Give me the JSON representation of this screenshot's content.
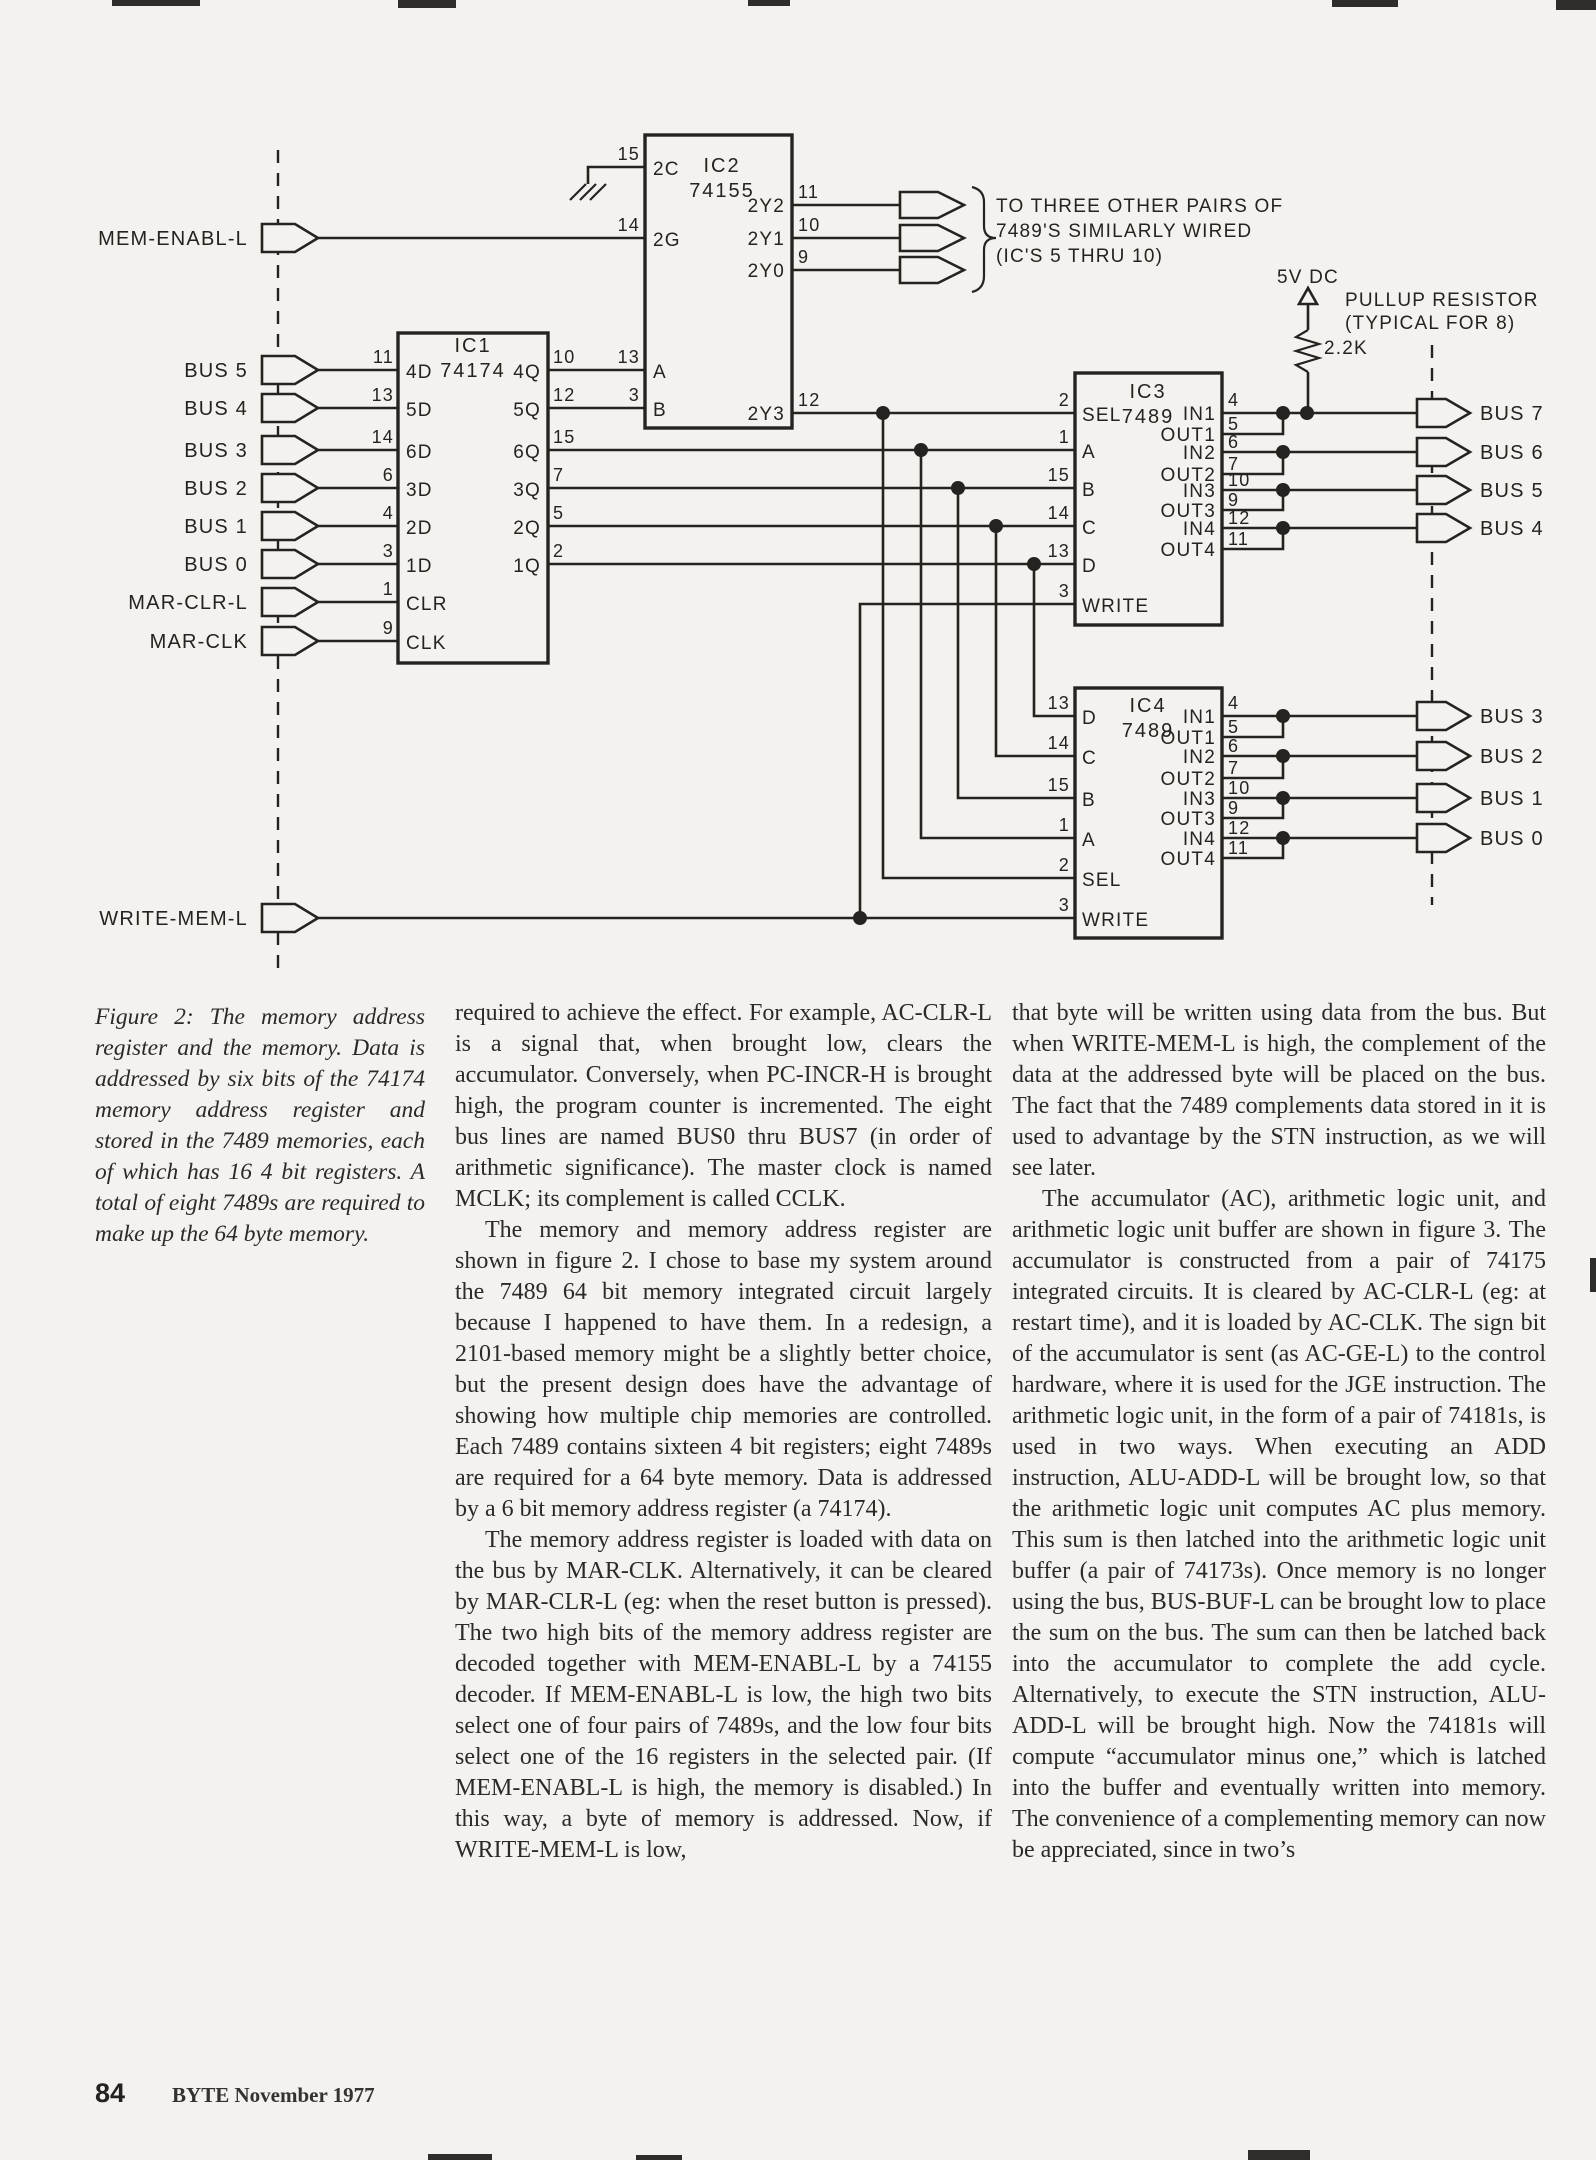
{
  "schematic": {
    "left_inputs": [
      "MEM-ENABL-L",
      "BUS 5",
      "BUS 4",
      "BUS 3",
      "BUS 2",
      "BUS 1",
      "BUS 0",
      "MAR-CLR-L",
      "MAR-CLK",
      "WRITE-MEM-L"
    ],
    "ic1": {
      "name": "IC1",
      "part": "74174",
      "left": [
        {
          "n": "11",
          "p": "4D"
        },
        {
          "n": "13",
          "p": "5D"
        },
        {
          "n": "14",
          "p": "6D"
        },
        {
          "n": "6",
          "p": "3D"
        },
        {
          "n": "4",
          "p": "2D"
        },
        {
          "n": "3",
          "p": "1D"
        },
        {
          "n": "1",
          "p": "CLR"
        },
        {
          "n": "9",
          "p": "CLK"
        }
      ],
      "right": [
        {
          "p": "4Q",
          "n": "10"
        },
        {
          "p": "5Q",
          "n": "12"
        },
        {
          "p": "6Q",
          "n": "15"
        },
        {
          "p": "3Q",
          "n": "7"
        },
        {
          "p": "2Q",
          "n": "5"
        },
        {
          "p": "1Q",
          "n": "2"
        }
      ]
    },
    "ic2": {
      "name": "IC2",
      "part": "74155",
      "left": [
        {
          "n": "15",
          "p": "2C"
        },
        {
          "n": "14",
          "p": "2G"
        },
        {
          "n": "13",
          "p": "A"
        },
        {
          "n": "3",
          "p": "B"
        }
      ],
      "right": [
        {
          "n": "11",
          "p": "2Y2"
        },
        {
          "n": "10",
          "p": "2Y1"
        },
        {
          "n": "9",
          "p": "2Y0"
        },
        {
          "n": "12",
          "p": "2Y3"
        }
      ]
    },
    "ic3": {
      "name": "IC3",
      "part": "7489",
      "left": [
        {
          "n": "2",
          "p": "SEL"
        },
        {
          "n": "1",
          "p": "A"
        },
        {
          "n": "15",
          "p": "B"
        },
        {
          "n": "14",
          "p": "C"
        },
        {
          "n": "13",
          "p": "D"
        },
        {
          "n": "3",
          "p": "WRITE"
        }
      ],
      "right": [
        {
          "n": "4",
          "p": "IN1"
        },
        {
          "n": "5",
          "p": "OUT1"
        },
        {
          "n": "6",
          "p": "IN2"
        },
        {
          "n": "7",
          "p": "OUT2"
        },
        {
          "n": "10",
          "p": "IN3"
        },
        {
          "n": "9",
          "p": "OUT3"
        },
        {
          "n": "12",
          "p": "IN4"
        },
        {
          "n": "11",
          "p": "OUT4"
        }
      ]
    },
    "ic4": {
      "name": "IC4",
      "part": "7489",
      "left": [
        {
          "n": "13",
          "p": "D"
        },
        {
          "n": "14",
          "p": "C"
        },
        {
          "n": "15",
          "p": "B"
        },
        {
          "n": "1",
          "p": "A"
        },
        {
          "n": "2",
          "p": "SEL"
        },
        {
          "n": "3",
          "p": "WRITE"
        }
      ],
      "right": [
        {
          "n": "4",
          "p": "IN1"
        },
        {
          "n": "5",
          "p": "OUT1"
        },
        {
          "n": "6",
          "p": "IN2"
        },
        {
          "n": "7",
          "p": "OUT2"
        },
        {
          "n": "10",
          "p": "IN3"
        },
        {
          "n": "9",
          "p": "OUT3"
        },
        {
          "n": "12",
          "p": "IN4"
        },
        {
          "n": "11",
          "p": "OUT4"
        }
      ]
    },
    "buses_top": [
      "BUS 7",
      "BUS 6",
      "BUS 5",
      "BUS 4"
    ],
    "buses_bottom": [
      "BUS 3",
      "BUS 2",
      "BUS 1",
      "BUS 0"
    ],
    "note": [
      "TO THREE OTHER PAIRS OF",
      "7489'S SIMILARLY WIRED",
      "(IC'S 5 THRU 10)"
    ],
    "pullup": {
      "supply": "5V DC",
      "value": "2.2K",
      "line1": "PULLUP RESISTOR",
      "line2": "(TYPICAL FOR 8)"
    }
  },
  "caption": {
    "text": "Figure 2: The memory address register and the memory. Data is addressed by six bits of the 74174 memory address register and stored in the 7489 memories, each of which has 16 4 bit registers. A total of eight 7489s are required to make up the 64 byte memory."
  },
  "columns": {
    "middle": [
      "required to achieve the effect. For example, AC-CLR-L is a signal that, when brought low, clears the accumulator. Conversely, when PC-INCR-H is brought high, the program counter is incremented. The eight bus lines are named BUS0 thru BUS7 (in order of arithmetic significance). The master clock is named MCLK; its complement is called CCLK.",
      "The memory and memory address register are shown in figure 2. I chose to base my system around the 7489 64 bit memory integrated circuit largely because I happened to have them. In a redesign, a 2101-based memory might be a slightly better choice, but the present design does have the advantage of showing how multiple chip memories are controlled. Each 7489 contains sixteen 4 bit registers; eight 7489s are required for a 64 byte memory. Data is addressed by a 6 bit memory address register (a 74174).",
      "The memory address register is loaded with data on the bus by MAR-CLK. Alternatively, it can be cleared by MAR-CLR-L (eg: when the reset button is pressed). The two high bits of the memory address register are decoded together with MEM-ENABL-L by a 74155 decoder. If MEM-ENABL-L is low, the high two bits select one of four pairs of 7489s, and the low four bits select one of the 16 registers in the selected pair. (If MEM-ENABL-L is high, the memory is disabled.) In this way, a byte of memory is addressed. Now, if WRITE-MEM-L is low,"
    ],
    "right": [
      "that byte will be written using data from the bus. But when WRITE-MEM-L is high, the complement of the data at the addressed byte will be placed on the bus. The fact that the 7489 complements data stored in it is used to advantage by the STN instruction, as we will see later.",
      "The accumulator (AC), arithmetic logic unit, and arithmetic logic unit buffer are shown in figure 3. The accumulator is constructed from a pair of 74175 integrated circuits. It is cleared by AC-CLR-L (eg: at restart time), and it is loaded by AC-CLK. The sign bit of the accumulator is sent (as AC-GE-L) to the control hardware, where it is used for the JGE instruction. The arithmetic logic unit, in the form of a pair of 74181s, is used in two ways. When executing an ADD instruction, ALU-ADD-L will be brought low, so that the arithmetic logic unit computes AC plus memory. This sum is then latched into the arithmetic logic unit buffer (a pair of 74173s). Once memory is no longer using the bus, BUS-BUF-L can be brought low to place the sum on the bus. The sum can then be latched back into the accumulator to complete the add cycle. Alternatively, to execute the STN instruction, ALU-ADD-L will be brought high. Now the 74181s will compute “accumulator minus one,” which is latched into the buffer and eventually written into memory. The convenience of a complementing memory can now be appreciated, since in two’s"
    ]
  },
  "footer": {
    "page": "84",
    "magazine": "BYTE November 1977"
  }
}
